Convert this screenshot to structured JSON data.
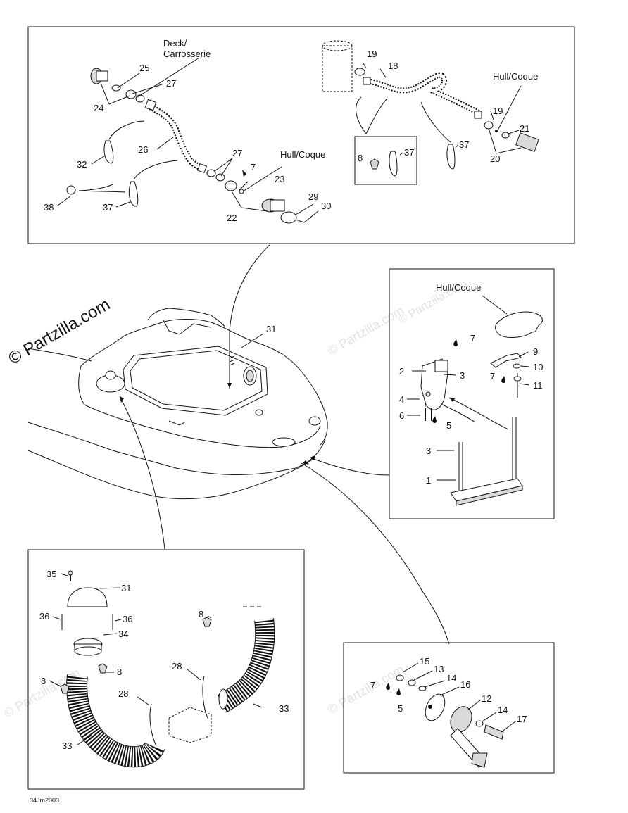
{
  "watermark": {
    "main": "© Partzilla.com",
    "faint": "© Partzilla.com"
  },
  "figure_code": "34Jm2003",
  "panel_top": {
    "deck_label_1": "Deck/",
    "deck_label_2": "Carrosserie",
    "hull_label_left": "Hull/Coque",
    "hull_label_right": "Hull/Coque",
    "callouts": [
      "25",
      "27",
      "24",
      "26",
      "32",
      "38",
      "37",
      "27",
      "7",
      "23",
      "22",
      "29",
      "30",
      "19",
      "18",
      "19",
      "21",
      "20",
      "8",
      "37",
      "37"
    ]
  },
  "panel_right": {
    "hull_label": "Hull/Coque",
    "callouts": [
      "7",
      "2",
      "3",
      "4",
      "6",
      "5",
      "9",
      "10",
      "7",
      "11",
      "3",
      "1"
    ]
  },
  "center": {
    "callouts": [
      "31"
    ]
  },
  "panel_bottom_left": {
    "callouts": [
      "35",
      "31",
      "36",
      "36",
      "34",
      "8",
      "8",
      "8",
      "28",
      "28",
      "33",
      "33"
    ]
  },
  "panel_bottom_right": {
    "callouts": [
      "15",
      "13",
      "14",
      "16",
      "7",
      "5",
      "12",
      "14",
      "17"
    ]
  }
}
